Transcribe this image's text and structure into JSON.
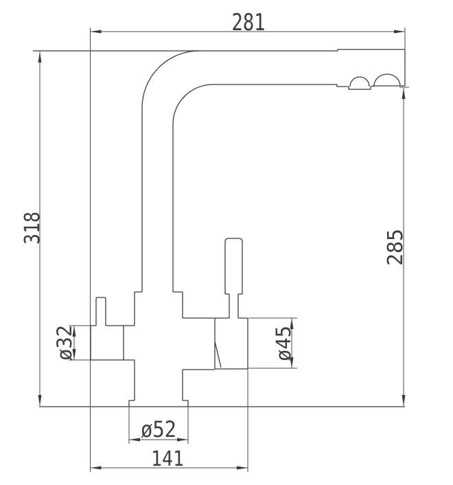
{
  "drawing": {
    "type": "technical-dimension-drawing",
    "subject": "kitchen-filter-mixer-faucet-side-view",
    "colors": {
      "background": "#ffffff",
      "object_line": "#3b3b3b",
      "dimension_line": "#4a4a4a",
      "text": "#3d3d3d"
    },
    "dimensions": {
      "spout_reach": "281",
      "total_height": "318",
      "spout_outlet_height": "285",
      "filter_valve_diameter": "ø32",
      "mixer_valve_diameter": "ø45",
      "base_diameter": "ø52",
      "body_width": "141"
    }
  }
}
